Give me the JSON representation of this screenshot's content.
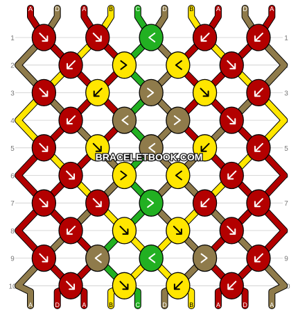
{
  "colors": {
    "A": "#b30000",
    "B": "#ffe600",
    "C": "#22b022",
    "D": "#8f7b4b",
    "grid": "#cccccc",
    "row_label": "#777777",
    "watermark": "#ffffff",
    "watermark_stroke": "#1a1a1a"
  },
  "top_strands": [
    "A",
    "D",
    "A",
    "B",
    "C",
    "D",
    "B",
    "A",
    "D",
    "A"
  ],
  "bottom_strands": [
    "A",
    "D",
    "A",
    "B",
    "C",
    "D",
    "B",
    "A",
    "D",
    "A"
  ],
  "row_labels": [
    "1",
    "2",
    "3",
    "4",
    "5",
    "6",
    "7",
    "8",
    "9",
    "10"
  ],
  "watermark_text": "BRACELETBOOK.COM",
  "knots": [
    [
      {
        "c": "A",
        "d": "rs"
      },
      {
        "c": "A",
        "d": "rs"
      },
      {
        "c": "C",
        "d": "lb"
      },
      {
        "c": "A",
        "d": "ls"
      },
      {
        "c": "A",
        "d": "ls"
      }
    ],
    [
      {
        "c": "A",
        "d": "ls"
      },
      {
        "c": "B",
        "d": "rb"
      },
      {
        "c": "B",
        "d": "lb"
      },
      {
        "c": "A",
        "d": "rs"
      }
    ],
    [
      {
        "c": "A",
        "d": "rs"
      },
      {
        "c": "B",
        "d": "ls"
      },
      {
        "c": "D",
        "d": "rb"
      },
      {
        "c": "B",
        "d": "rs"
      },
      {
        "c": "A",
        "d": "ls"
      }
    ],
    [
      {
        "c": "A",
        "d": "ls"
      },
      {
        "c": "D",
        "d": "lb"
      },
      {
        "c": "D",
        "d": "rb"
      },
      {
        "c": "A",
        "d": "rs"
      }
    ],
    [
      {
        "c": "A",
        "d": "rs"
      },
      {
        "c": "B",
        "d": "rs"
      },
      {
        "c": "D",
        "d": "lb"
      },
      {
        "c": "B",
        "d": "ls"
      },
      {
        "c": "A",
        "d": "ls"
      }
    ],
    [
      {
        "c": "A",
        "d": "rs"
      },
      {
        "c": "B",
        "d": "rb"
      },
      {
        "c": "B",
        "d": "lb"
      },
      {
        "c": "A",
        "d": "ls"
      }
    ],
    [
      {
        "c": "A",
        "d": "rs"
      },
      {
        "c": "A",
        "d": "rs"
      },
      {
        "c": "C",
        "d": "rb"
      },
      {
        "c": "A",
        "d": "ls"
      },
      {
        "c": "A",
        "d": "ls"
      }
    ],
    [
      {
        "c": "A",
        "d": "ls"
      },
      {
        "c": "B",
        "d": "rs"
      },
      {
        "c": "B",
        "d": "rs"
      },
      {
        "c": "A",
        "d": "rs"
      }
    ],
    [
      {
        "c": "A",
        "d": "rs"
      },
      {
        "c": "D",
        "d": "lb"
      },
      {
        "c": "C",
        "d": "lb"
      },
      {
        "c": "D",
        "d": "rb"
      },
      {
        "c": "A",
        "d": "ls"
      }
    ],
    [
      {
        "c": "A",
        "d": "rs"
      },
      {
        "c": "B",
        "d": "rs"
      },
      {
        "c": "B",
        "d": "ls"
      },
      {
        "c": "A",
        "d": "ls"
      }
    ]
  ]
}
